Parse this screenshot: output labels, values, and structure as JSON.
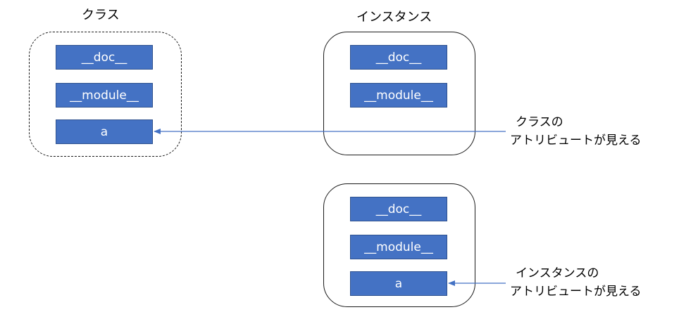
{
  "class_panel": {
    "title": "クラス",
    "attributes": [
      "__doc__",
      "__module__",
      "a"
    ]
  },
  "instance_panel_1": {
    "title": "インスタンス",
    "attributes": [
      "__doc__",
      "__module__"
    ]
  },
  "instance_panel_2": {
    "attributes": [
      "__doc__",
      "__module__",
      "a"
    ]
  },
  "annotation_1": {
    "line1": "クラスの",
    "line2": "アトリビュートが見える"
  },
  "annotation_2": {
    "line1": "インスタンスの",
    "line2": "アトリビュートが見える"
  },
  "colors": {
    "attribute_fill": "#4472c4",
    "attribute_border": "#2f528f",
    "arrow": "#4472c4",
    "frame_border": "#1a1a1a"
  }
}
